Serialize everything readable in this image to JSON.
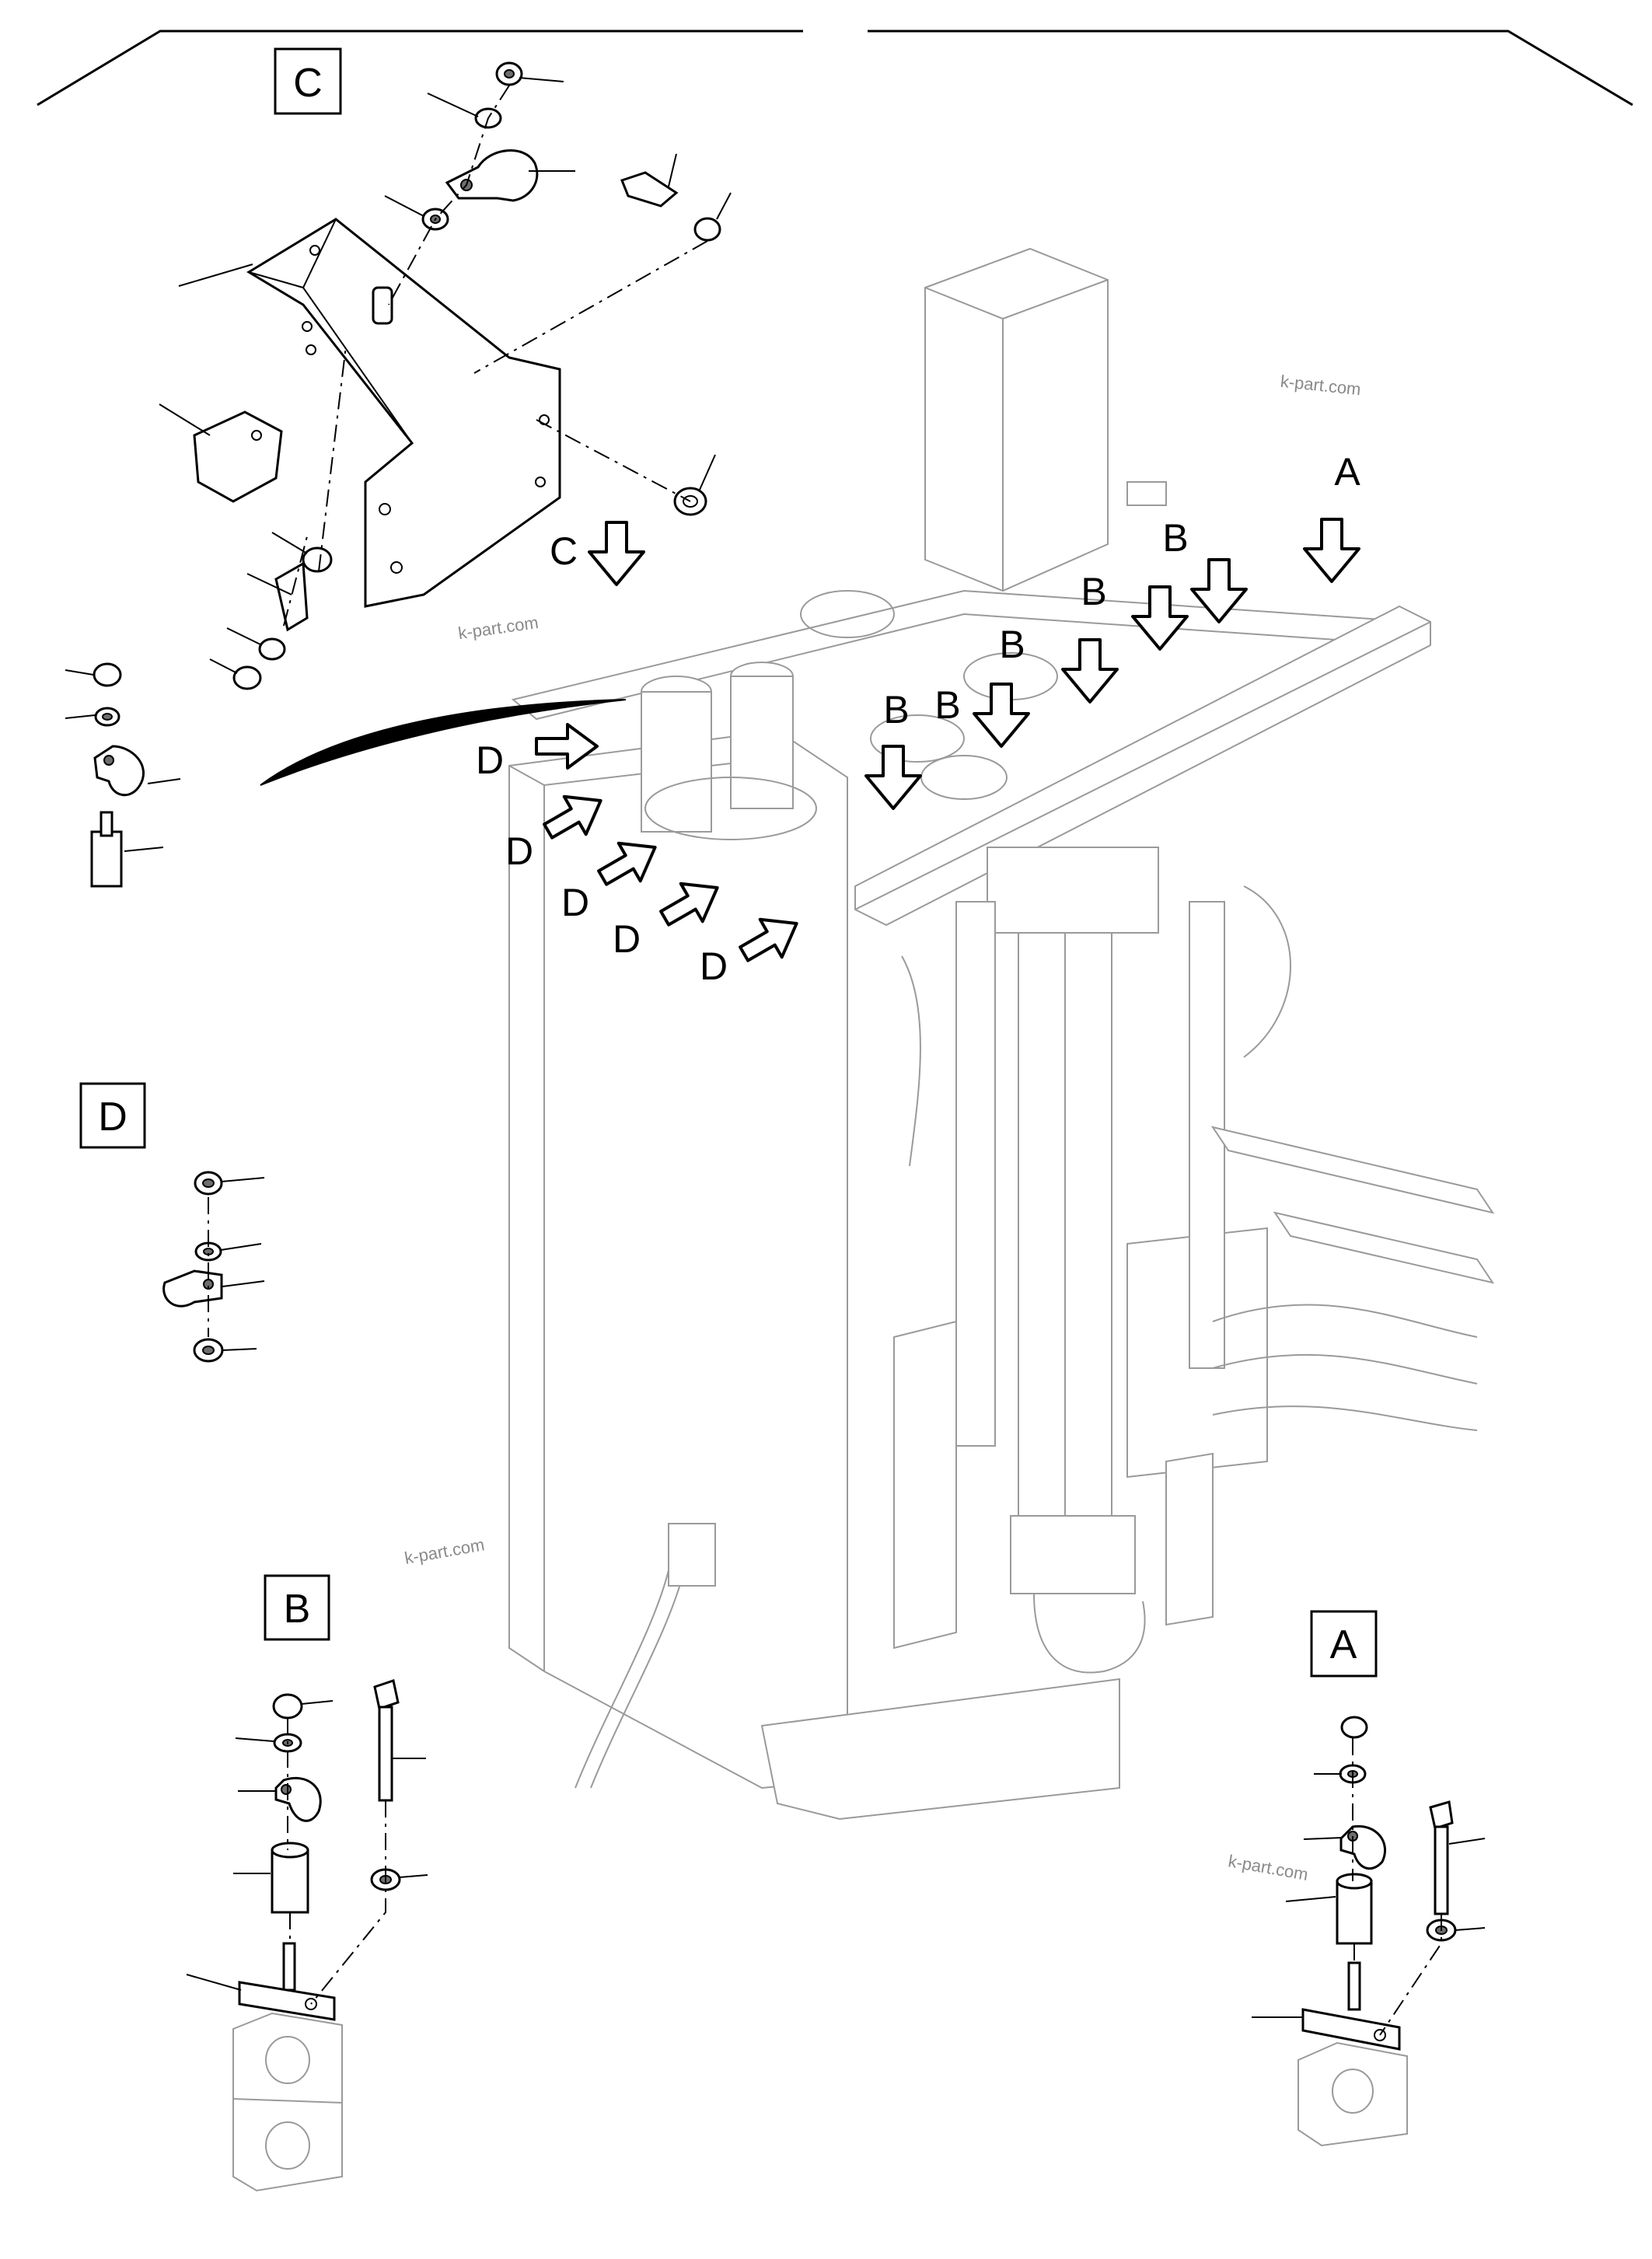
{
  "views": [
    {
      "id": "C",
      "box_label": "C"
    },
    {
      "id": "D",
      "box_label": "D"
    },
    {
      "id": "B",
      "box_label": "B"
    },
    {
      "id": "A",
      "box_label": "A"
    }
  ],
  "callouts": {
    "c": "C",
    "a": "A",
    "b1": "B",
    "b2": "B",
    "b3": "B",
    "b4": "B",
    "b5": "B",
    "d1": "D",
    "d2": "D",
    "d3": "D",
    "d4": "D",
    "d5": "D"
  },
  "watermark": "k-part.com"
}
